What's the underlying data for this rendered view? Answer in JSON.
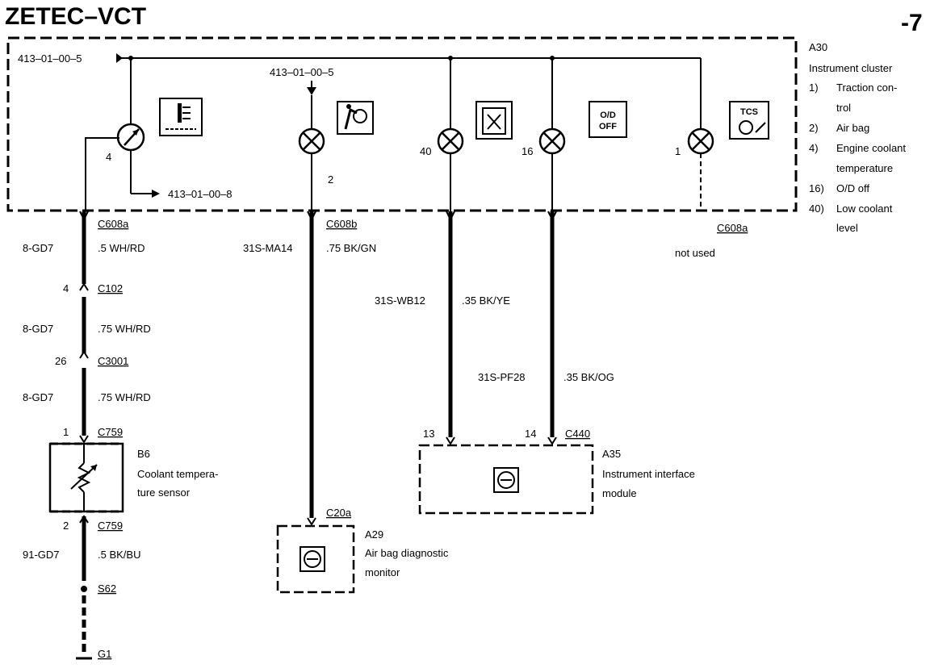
{
  "header": {
    "title": "ZETEC–VCT",
    "page": "-7"
  },
  "cluster": {
    "code": "A30",
    "name": "Instrument cluster",
    "legend": [
      {
        "num": "1)",
        "lines": [
          "Traction con-",
          "trol"
        ]
      },
      {
        "num": "2)",
        "lines": [
          "Air bag"
        ]
      },
      {
        "num": "4)",
        "lines": [
          "Engine coolant",
          "temperature"
        ]
      },
      {
        "num": "16)",
        "lines": [
          "O/D off"
        ]
      },
      {
        "num": "40)",
        "lines": [
          "Low coolant",
          "level"
        ]
      }
    ],
    "refs": [
      "413–01–00–5",
      "413–01–00–5",
      "413–01–00–8"
    ],
    "pins": [
      "4",
      "2",
      "40",
      "16",
      "1"
    ],
    "icon_labels": {
      "od": [
        "O/D",
        "OFF"
      ],
      "tcs": "TCS"
    }
  },
  "connectors": {
    "c608a_left": "C608a",
    "c608b": "C608b",
    "c608a_right": "C608a",
    "not_used": "not used",
    "c102_pin": "4",
    "c102": "C102",
    "c3001_pin": "26",
    "c3001": "C3001",
    "c759_top_pin": "1",
    "c759_top": "C759",
    "c759_bot_pin": "2",
    "c759_bot": "C759",
    "s62": "S62",
    "g1": "G1",
    "c20a": "C20a",
    "c440": "C440",
    "c440_pin13": "13",
    "c440_pin14": "14"
  },
  "wires": {
    "w1": {
      "circuit": "8-GD7",
      "spec": ".5 WH/RD"
    },
    "w2": {
      "circuit": "8-GD7",
      "spec": ".75 WH/RD"
    },
    "w3": {
      "circuit": "8-GD7",
      "spec": ".75 WH/RD"
    },
    "w4": {
      "circuit": "91-GD7",
      "spec": ".5 BK/BU"
    },
    "w5": {
      "circuit": "31S-MA14",
      "spec": ".75 BK/GN"
    },
    "w6": {
      "circuit": "31S-WB12",
      "spec": ".35 BK/YE"
    },
    "w7": {
      "circuit": "31S-PF28",
      "spec": ".35 BK/OG"
    }
  },
  "components": {
    "b6": {
      "code": "B6",
      "lines": [
        "Coolant tempera-",
        "ture sensor"
      ]
    },
    "a29": {
      "code": "A29",
      "lines": [
        "Air bag diagnostic",
        "monitor"
      ]
    },
    "a35": {
      "code": "A35",
      "lines": [
        "Instrument interface",
        "module"
      ]
    }
  }
}
